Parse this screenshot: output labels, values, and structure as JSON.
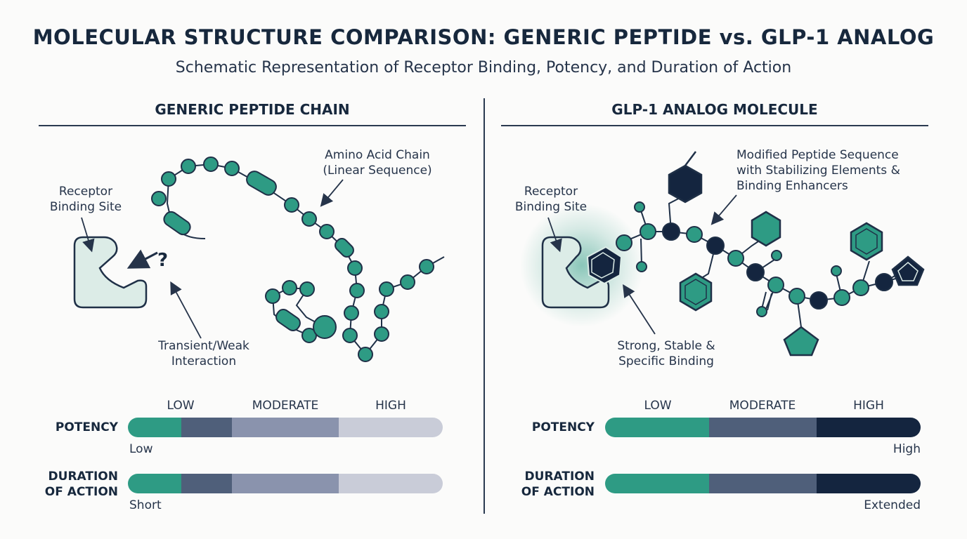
{
  "title": "MOLECULAR STRUCTURE COMPARISON: GENERIC PEPTIDE vs. GLP-1 ANALOG",
  "subtitle": "Schematic Representation of Receptor Binding, Potency, and Duration of Action",
  "left": {
    "heading": "GENERIC PEPTIDE CHAIN",
    "receptor_label": [
      "Receptor",
      "Binding Site"
    ],
    "chain_label": [
      "Amino Acid Chain",
      "(Linear Sequence)"
    ],
    "interaction_label": [
      "Transient/Weak",
      "Interaction"
    ],
    "question_mark": "?",
    "scale": [
      "LOW",
      "MODERATE",
      "HIGH"
    ],
    "potency": {
      "label": "POTENCY",
      "note": "Low",
      "fill": 0.17
    },
    "duration": {
      "label": [
        "DURATION",
        "OF ACTION"
      ],
      "note": "Short",
      "fill": 0.17
    }
  },
  "right": {
    "heading": "GLP-1 ANALOG MOLECULE",
    "receptor_label": [
      "Receptor",
      "Binding Site"
    ],
    "chain_label": [
      "Modified Peptide Sequence",
      "with Stabilizing Elements &",
      "Binding Enhancers"
    ],
    "binding_label": [
      "Strong, Stable &",
      "Specific Binding"
    ],
    "scale": [
      "LOW",
      "MODERATE",
      "HIGH"
    ],
    "potency": {
      "label": "POTENCY",
      "note": "High",
      "fill": 1.0
    },
    "duration": {
      "label": [
        "DURATION",
        "OF ACTION"
      ],
      "note": "Extended",
      "fill": 1.0
    }
  },
  "colors": {
    "teal": "#2e9b84",
    "slate": "#4f5f7a",
    "lavender": "#8a93ad",
    "pale": "#c9ccd8",
    "navy": "#14253f",
    "receptor": "#dcece7"
  }
}
